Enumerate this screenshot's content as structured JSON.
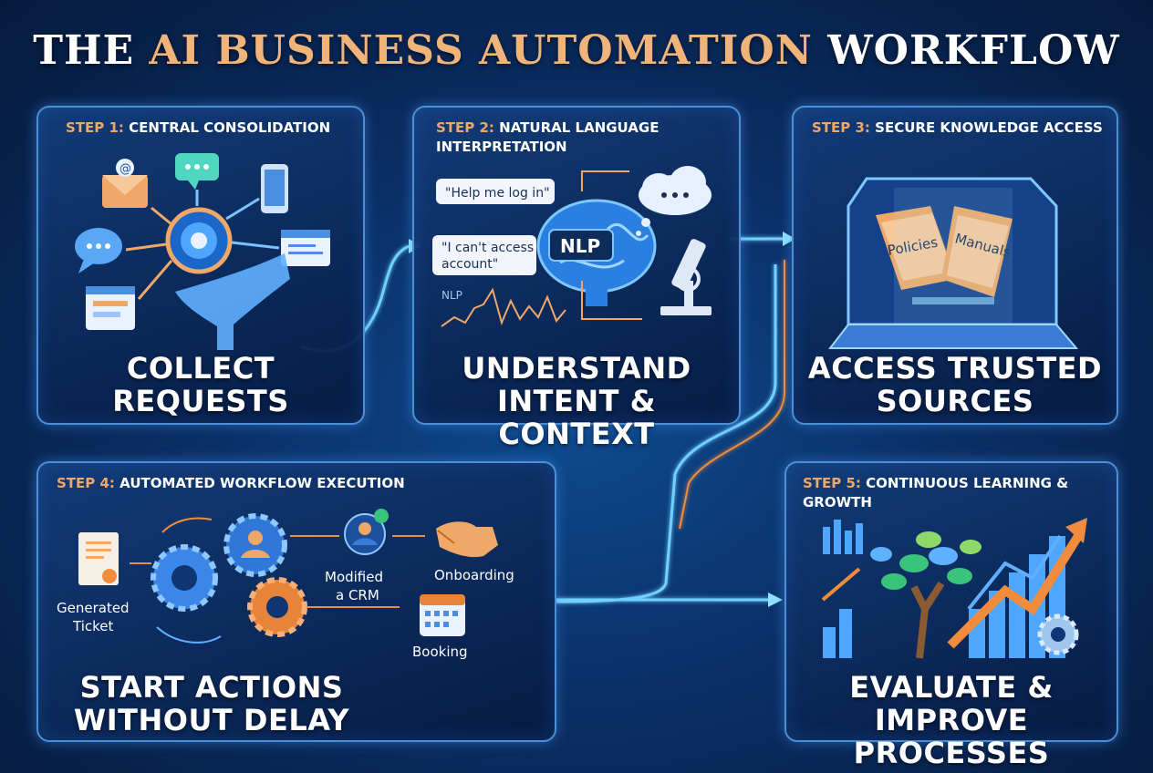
{
  "title": {
    "prefix": "THE ",
    "accent": "AI BUSINESS AUTOMATION",
    "suffix": " WORKFLOW"
  },
  "steps": [
    {
      "num": "STEP 1:",
      "name": "CENTRAL CONSOLIDATION",
      "headline_1": "COLLECT",
      "headline_2": "REQUESTS",
      "icons": [
        "email-icon",
        "chat-icon",
        "phone-icon",
        "message-icon",
        "web-form-icon",
        "hub-icon",
        "funnel-icon"
      ]
    },
    {
      "num": "STEP 2:",
      "name": "NATURAL LANGUAGE INTERPRETATION",
      "headline_1": "UNDERSTAND",
      "headline_2": "INTENT & CONTEXT",
      "bubble_1": "\"Help me log in\"",
      "bubble_2": "\"I can't access account\"",
      "badge": "NLP",
      "wave_label": "NLP",
      "icons": [
        "brain-icon",
        "cloud-icon",
        "microscope-icon"
      ]
    },
    {
      "num": "STEP 3:",
      "name": "SECURE KNOWLEDGE ACCESS",
      "headline_1": "ACCESS TRUSTED",
      "headline_2": "SOURCES",
      "folder_1": "Policies",
      "folder_2": "Manuals",
      "icons": [
        "laptop-icon",
        "folder-icon"
      ]
    },
    {
      "num": "STEP 4:",
      "name": "AUTOMATED WORKFLOW EXECUTION",
      "headline_1": "START ACTIONS",
      "headline_2": "WITHOUT DELAY",
      "ticket": "Generated Ticket",
      "crm": "Modified a CRM",
      "onboarding": "Onboarding",
      "booking": "Booking",
      "icons": [
        "ticket-icon",
        "gear-icon",
        "user-icon",
        "handshake-icon",
        "calendar-icon"
      ]
    },
    {
      "num": "STEP 5:",
      "name": "CONTINUOUS LEARNING & GROWTH",
      "headline_1": "EVALUATE &",
      "headline_2": "IMPROVE PROCESSES",
      "icons": [
        "tree-icon",
        "chart-icon",
        "arrow-up-icon",
        "gear-icon"
      ]
    }
  ],
  "colors": {
    "accent": "#f0b47a",
    "border": "#4d8fd6",
    "glow": "#5fc2ff",
    "orange": "#f08c3c",
    "background": "#0a2f66"
  }
}
